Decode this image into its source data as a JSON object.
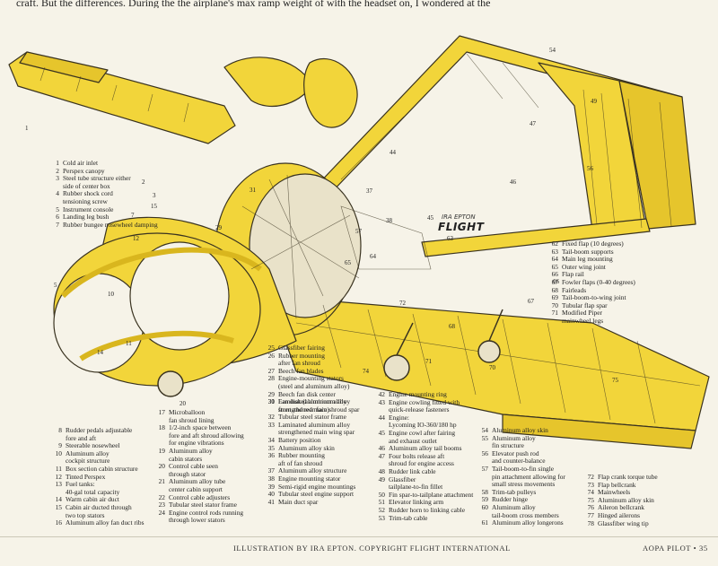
{
  "article": {
    "top_text": "craft. But the differences. During the    the airplane's max ramp weight of    with the headset on, I wondered at the"
  },
  "illustration": {
    "signature": "IRA EPTON",
    "brand": "FLIGHT"
  },
  "callouts": [
    "1",
    "2",
    "3",
    "5",
    "7",
    "10",
    "11",
    "12",
    "14",
    "15",
    "20",
    "29",
    "31",
    "37",
    "38",
    "44",
    "45",
    "46",
    "47",
    "49",
    "54",
    "56",
    "57",
    "63",
    "64",
    "65",
    "66",
    "67",
    "68",
    "70",
    "71",
    "72",
    "74",
    "75"
  ],
  "legend_groups": [
    {
      "id": "g1",
      "items": [
        {
          "num": "1",
          "text": "Cold air inlet"
        },
        {
          "num": "2",
          "text": "Perspex canopy"
        },
        {
          "num": "3",
          "text": "Steel tube structure either\nside of center box"
        },
        {
          "num": "4",
          "text": "Rubber shock cord\ntensioning screw"
        },
        {
          "num": "5",
          "text": "Instrument console"
        },
        {
          "num": "6",
          "text": "Landing leg bush"
        },
        {
          "num": "7",
          "text": "Rubber bungee nosewheel damping"
        }
      ]
    },
    {
      "id": "g2",
      "items": [
        {
          "num": "62",
          "text": "Fixed flap (10 degrees)"
        },
        {
          "num": "63",
          "text": "Tail-boom supports"
        },
        {
          "num": "64",
          "text": "Main leg mounting"
        },
        {
          "num": "65",
          "text": "Outer wing joint"
        },
        {
          "num": "66",
          "text": "Flap rail"
        },
        {
          "num": "67",
          "text": "Fowler flaps (0-40 degrees)"
        },
        {
          "num": "68",
          "text": "Fairleads"
        },
        {
          "num": "69",
          "text": "Tail-boom-to-wing joint"
        },
        {
          "num": "70",
          "text": "Tubular flap spar"
        },
        {
          "num": "71",
          "text": "Modified Piper\nmainwheel legs"
        }
      ]
    },
    {
      "id": "g3",
      "items": [
        {
          "num": "25",
          "text": "Glassfiber fairing"
        },
        {
          "num": "26",
          "text": "Rubber mounting\nafter fan shroud"
        },
        {
          "num": "27",
          "text": "Beech fan blades"
        },
        {
          "num": "28",
          "text": "Engine-mounting stators\n(steel and aluminum alloy)"
        },
        {
          "num": "29",
          "text": "Beech fan disk center"
        },
        {
          "num": "30",
          "text": "Fan disk (aluminum alloy\nfront and rear face)"
        }
      ]
    },
    {
      "id": "g4",
      "items": [
        {
          "num": "8",
          "text": "Rudder pedals adjustable\nfore and aft"
        },
        {
          "num": "9",
          "text": "Steerable nosewheel"
        },
        {
          "num": "10",
          "text": "Aluminum alloy\ncockpit structure"
        },
        {
          "num": "11",
          "text": "Box section cabin structure"
        },
        {
          "num": "12",
          "text": "Tinted Perspex"
        },
        {
          "num": "13",
          "text": "Fuel tanks:\n40-gal total capacity"
        },
        {
          "num": "14",
          "text": "Warm cabin air duct"
        },
        {
          "num": "15",
          "text": "Cabin air ducted through\ntwo top stators"
        },
        {
          "num": "16",
          "text": "Aluminum alloy fan duct ribs"
        }
      ]
    },
    {
      "id": "g5",
      "items": [
        {
          "num": "17",
          "text": "Microballoon\nfan shroud lining"
        },
        {
          "num": "18",
          "text": "1/2-inch space between\nfore and aft shroud allowing\nfor engine vibrations"
        },
        {
          "num": "19",
          "text": "Aluminum alloy\ncabin stators"
        },
        {
          "num": "20",
          "text": "Control cable seen\nthrough stator"
        },
        {
          "num": "21",
          "text": "Aluminum alloy tube\ncenter cabin support"
        },
        {
          "num": "22",
          "text": "Control cable adjusters"
        },
        {
          "num": "23",
          "text": "Tubular steel stator frame"
        },
        {
          "num": "24",
          "text": "Engine control rods running\nthrough lower stators"
        }
      ]
    },
    {
      "id": "g6",
      "items": [
        {
          "num": "31",
          "text": "Laminated aluminum alloy\nstrengthened main shroud spar"
        },
        {
          "num": "32",
          "text": "Tubular steel stator frame"
        },
        {
          "num": "33",
          "text": "Laminated aluminum alloy\nstrengthened main wing spar"
        },
        {
          "num": "34",
          "text": "Battery position"
        },
        {
          "num": "35",
          "text": "Aluminum alloy skin"
        },
        {
          "num": "36",
          "text": "Rubber mounting\naft of fan shroud"
        },
        {
          "num": "37",
          "text": "Aluminum alloy structure"
        },
        {
          "num": "38",
          "text": "Engine mounting stator"
        },
        {
          "num": "39",
          "text": "Semi-rigid engine mountings"
        },
        {
          "num": "40",
          "text": "Tubular steel engine support"
        },
        {
          "num": "41",
          "text": "Main duct spar"
        }
      ]
    },
    {
      "id": "g7",
      "items": [
        {
          "num": "42",
          "text": "Engine mounting ring"
        },
        {
          "num": "43",
          "text": "Engine cowling fitted with\nquick-release fasteners"
        },
        {
          "num": "44",
          "text": "Engine:\nLycoming IO-360/180 hp"
        },
        {
          "num": "45",
          "text": "Engine cowl after fairing\nand exhaust outlet"
        },
        {
          "num": "46",
          "text": "Aluminum alloy tail booms"
        },
        {
          "num": "47",
          "text": "Four bolts release aft\nshroud for engine access"
        },
        {
          "num": "48",
          "text": "Rudder link cable"
        },
        {
          "num": "49",
          "text": "Glassfiber\ntailplane-to-fin fillet"
        },
        {
          "num": "50",
          "text": "Fin spar-to-tailplane attachment"
        },
        {
          "num": "51",
          "text": "Elevator linking arm"
        },
        {
          "num": "52",
          "text": "Rudder horn to linking cable"
        },
        {
          "num": "53",
          "text": "Trim-tab cable"
        }
      ]
    },
    {
      "id": "g8",
      "items": [
        {
          "num": "54",
          "text": "Aluminum alloy skin"
        },
        {
          "num": "55",
          "text": "Aluminum alloy\nfin structure"
        },
        {
          "num": "56",
          "text": "Elevator push rod\nand counter-balance"
        },
        {
          "num": "57",
          "text": "Tail-boom-to-fin single\npin attachment allowing for\nsmall stress movements"
        },
        {
          "num": "58",
          "text": "Trim-tab pulleys"
        },
        {
          "num": "59",
          "text": "Rudder hinge"
        },
        {
          "num": "60",
          "text": "Aluminum alloy\ntail-boom cross members"
        },
        {
          "num": "61",
          "text": "Aluminum alloy longerons"
        }
      ]
    },
    {
      "id": "g9",
      "items": [
        {
          "num": "72",
          "text": "Flap crank torque tube"
        },
        {
          "num": "73",
          "text": "Flap bellcrank"
        },
        {
          "num": "74",
          "text": "Mainwheels"
        },
        {
          "num": "75",
          "text": "Aluminum alloy skin"
        },
        {
          "num": "76",
          "text": "Aileron bellcrank"
        },
        {
          "num": "77",
          "text": "Hinged ailerons"
        },
        {
          "num": "78",
          "text": "Glassfiber wing tip"
        }
      ]
    }
  ],
  "footer": {
    "credit": "ILLUSTRATION BY IRA EPTON. COPYRIGHT FLIGHT INTERNATIONAL",
    "page": "AOPA PILOT • 35"
  },
  "colors": {
    "airframe": "#f2d53a",
    "airframe_shade": "#d9b61e",
    "ink": "#3a3320",
    "paper": "#f6f3e8"
  }
}
